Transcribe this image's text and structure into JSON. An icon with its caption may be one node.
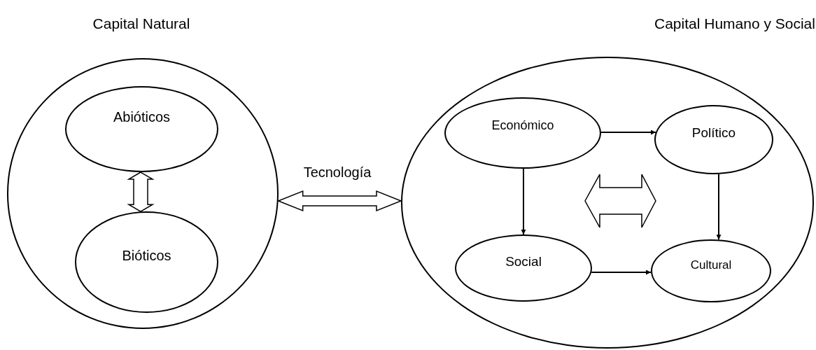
{
  "diagram": {
    "nodes": [
      {
        "text": [
          "Capital Natural"
        ]
      },
      {
        "text": [
          "Abióticos"
        ],
        "in": 0
      },
      {
        "text": [
          "Bióticos"
        ],
        "in": 0
      },
      {
        "text": [
          "Capital Humano y Social"
        ]
      },
      {
        "text": [
          "Económico"
        ],
        "in": 3
      },
      {
        "text": [
          "Político"
        ],
        "in": 3
      },
      {
        "text": [
          "Social"
        ],
        "in": 3
      },
      {
        "text": [
          "Cultural"
        ],
        "in": 3
      }
    ],
    "edges": [
      {
        "from": 1,
        "to": 2,
        "arrow": "both",
        "style": "thick"
      },
      {
        "from": 0,
        "to": 3,
        "arrow": "both",
        "style": "thick",
        "label": "Tecnología"
      },
      {
        "from": 4,
        "to": 5,
        "arrow": "to"
      },
      {
        "from": 4,
        "to": 6,
        "arrow": "to"
      },
      {
        "from": 5,
        "to": 7,
        "arrow": "to"
      },
      {
        "from": 6,
        "to": 7,
        "arrow": "to"
      }
    ]
  }
}
